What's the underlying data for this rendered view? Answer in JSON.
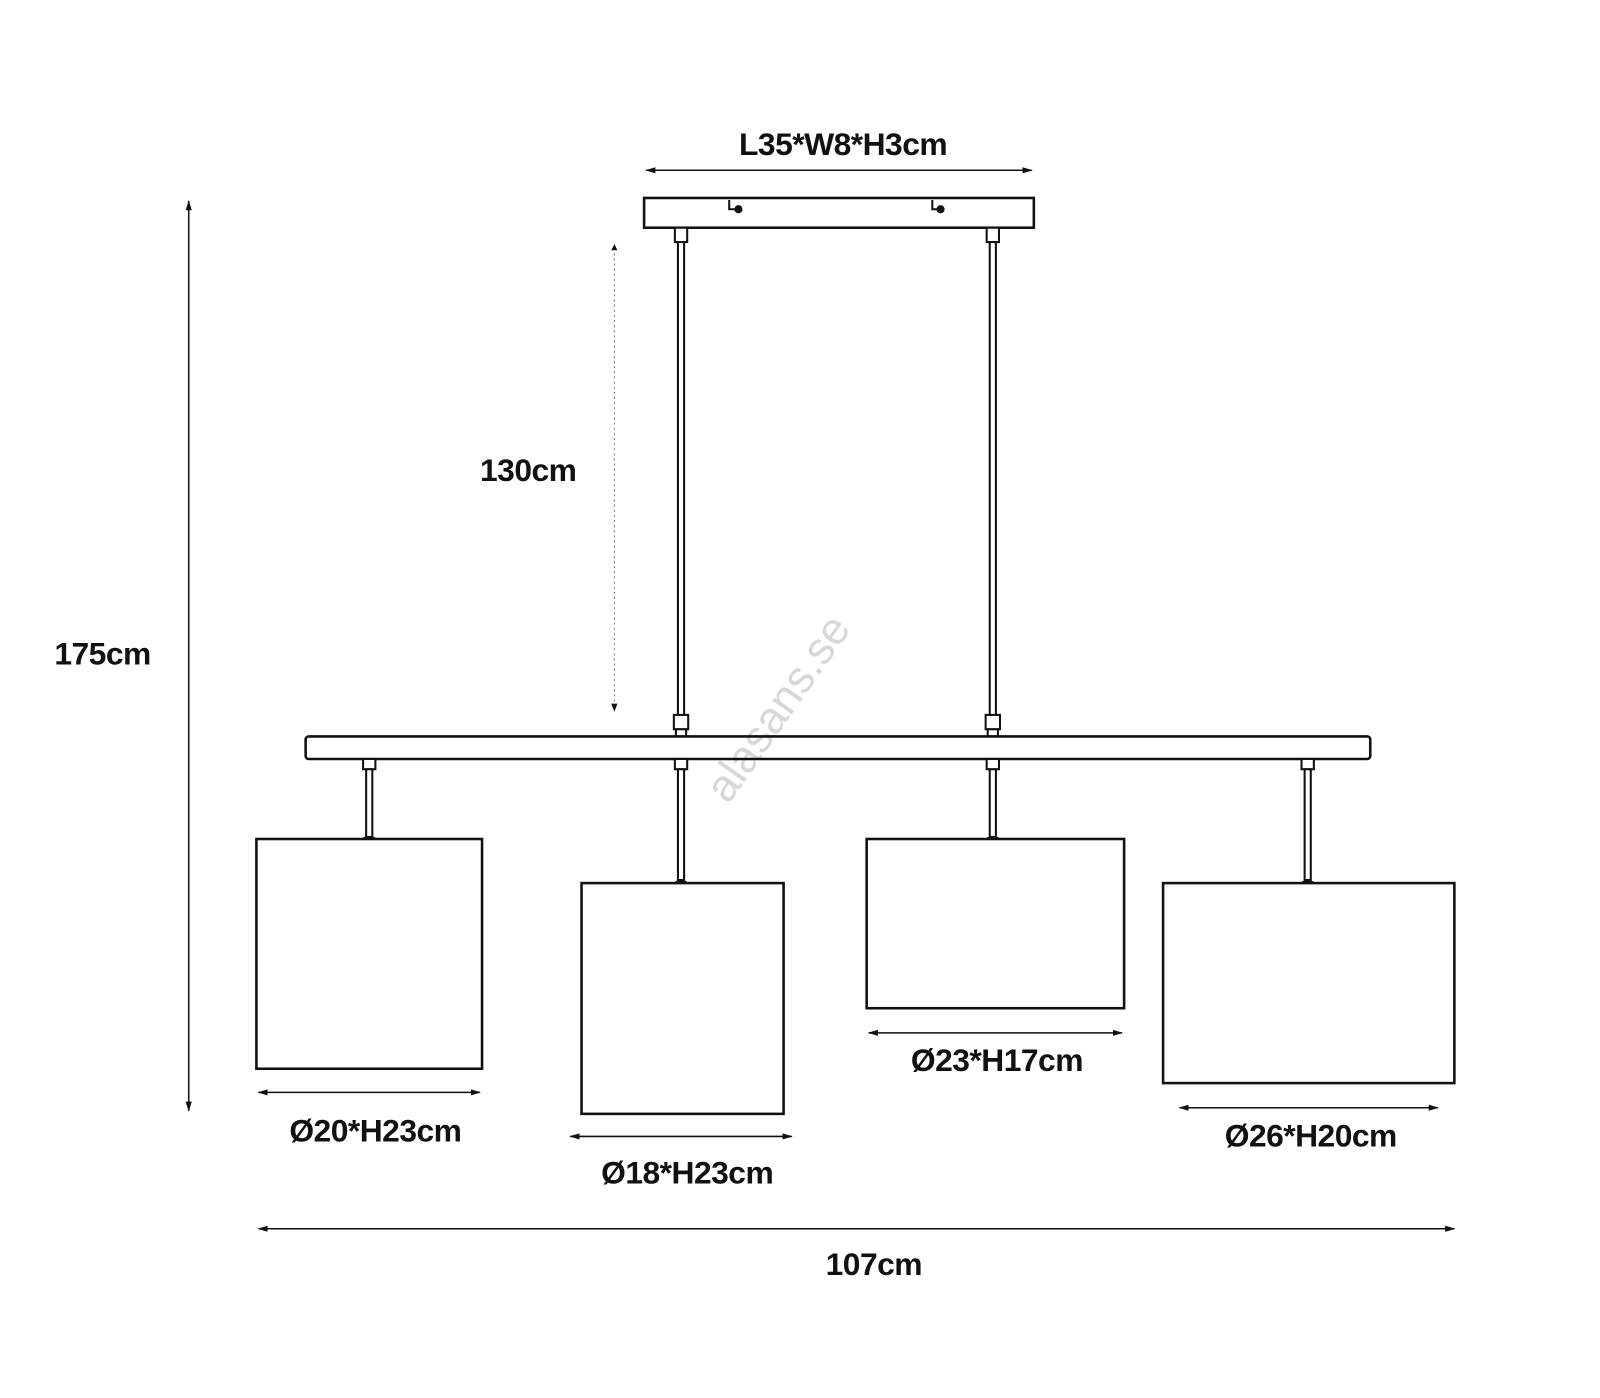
{
  "diagram": {
    "canopy_label": "L35*W8*H3cm",
    "total_height_label": "175cm",
    "cable_length_label": "130cm",
    "total_width_label": "107cm",
    "shades": [
      {
        "label": "Ø20*H23cm"
      },
      {
        "label": "Ø18*H23cm"
      },
      {
        "label": "Ø23*H17cm"
      },
      {
        "label": "Ø26*H20cm"
      }
    ],
    "watermark": "alasans.se"
  }
}
